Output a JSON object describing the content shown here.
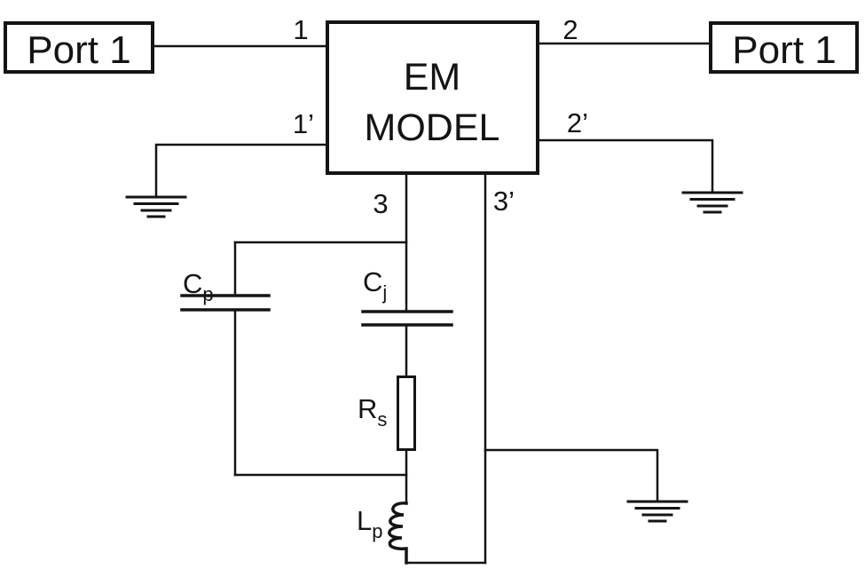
{
  "colors": {
    "line": "#141414",
    "background": "#ffffff"
  },
  "ports": {
    "left": {
      "label": "Port 1"
    },
    "right": {
      "label": "Port 1"
    }
  },
  "em_block": {
    "line1": "EM",
    "line2": "MODEL"
  },
  "terminals": {
    "t1": "1",
    "t2": "2",
    "t1p": "1’",
    "t2p": "2’",
    "t3": "3",
    "t3p": "3’"
  },
  "components": {
    "cp": {
      "symbol": "C",
      "subscript": "p"
    },
    "cj": {
      "symbol": "C",
      "subscript": "j"
    },
    "rs": {
      "symbol": "R",
      "subscript": "s"
    },
    "lp": {
      "symbol": "L",
      "subscript": "p"
    }
  }
}
